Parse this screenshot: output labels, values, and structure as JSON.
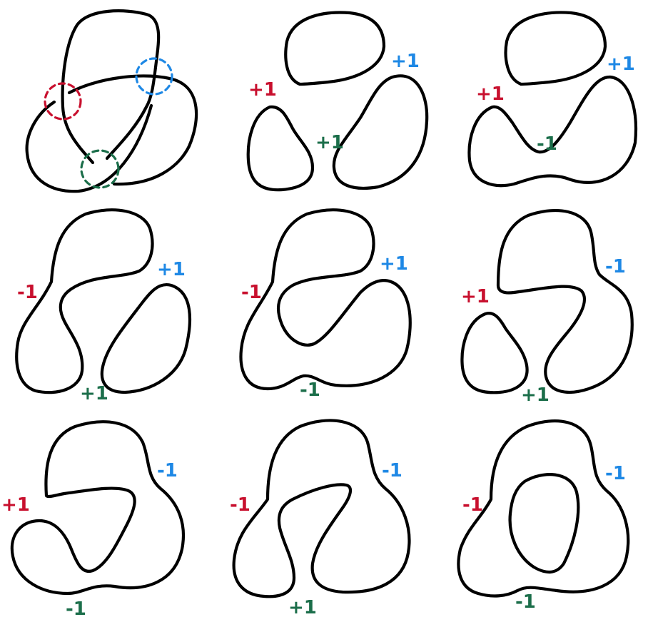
{
  "colors": {
    "stroke": "#000000",
    "red": "#c8102e",
    "blue": "#1e88e5",
    "green": "#1b6e4a"
  },
  "panels": [
    {
      "labels": {
        "red": "",
        "blue": "",
        "green": ""
      }
    },
    {
      "labels": {
        "red": "+1",
        "blue": "+1",
        "green": "+1"
      }
    },
    {
      "labels": {
        "red": "+1",
        "blue": "+1",
        "green": "-1"
      }
    },
    {
      "labels": {
        "red": "-1",
        "blue": "+1",
        "green": "+1"
      }
    },
    {
      "labels": {
        "red": "-1",
        "blue": "+1",
        "green": "-1"
      }
    },
    {
      "labels": {
        "red": "+1",
        "blue": "-1",
        "green": "+1"
      }
    },
    {
      "labels": {
        "red": "+1",
        "blue": "-1",
        "green": "-1"
      }
    },
    {
      "labels": {
        "red": "-1",
        "blue": "-1",
        "green": "+1"
      }
    },
    {
      "labels": {
        "red": "-1",
        "blue": "-1",
        "green": "-1"
      }
    }
  ]
}
